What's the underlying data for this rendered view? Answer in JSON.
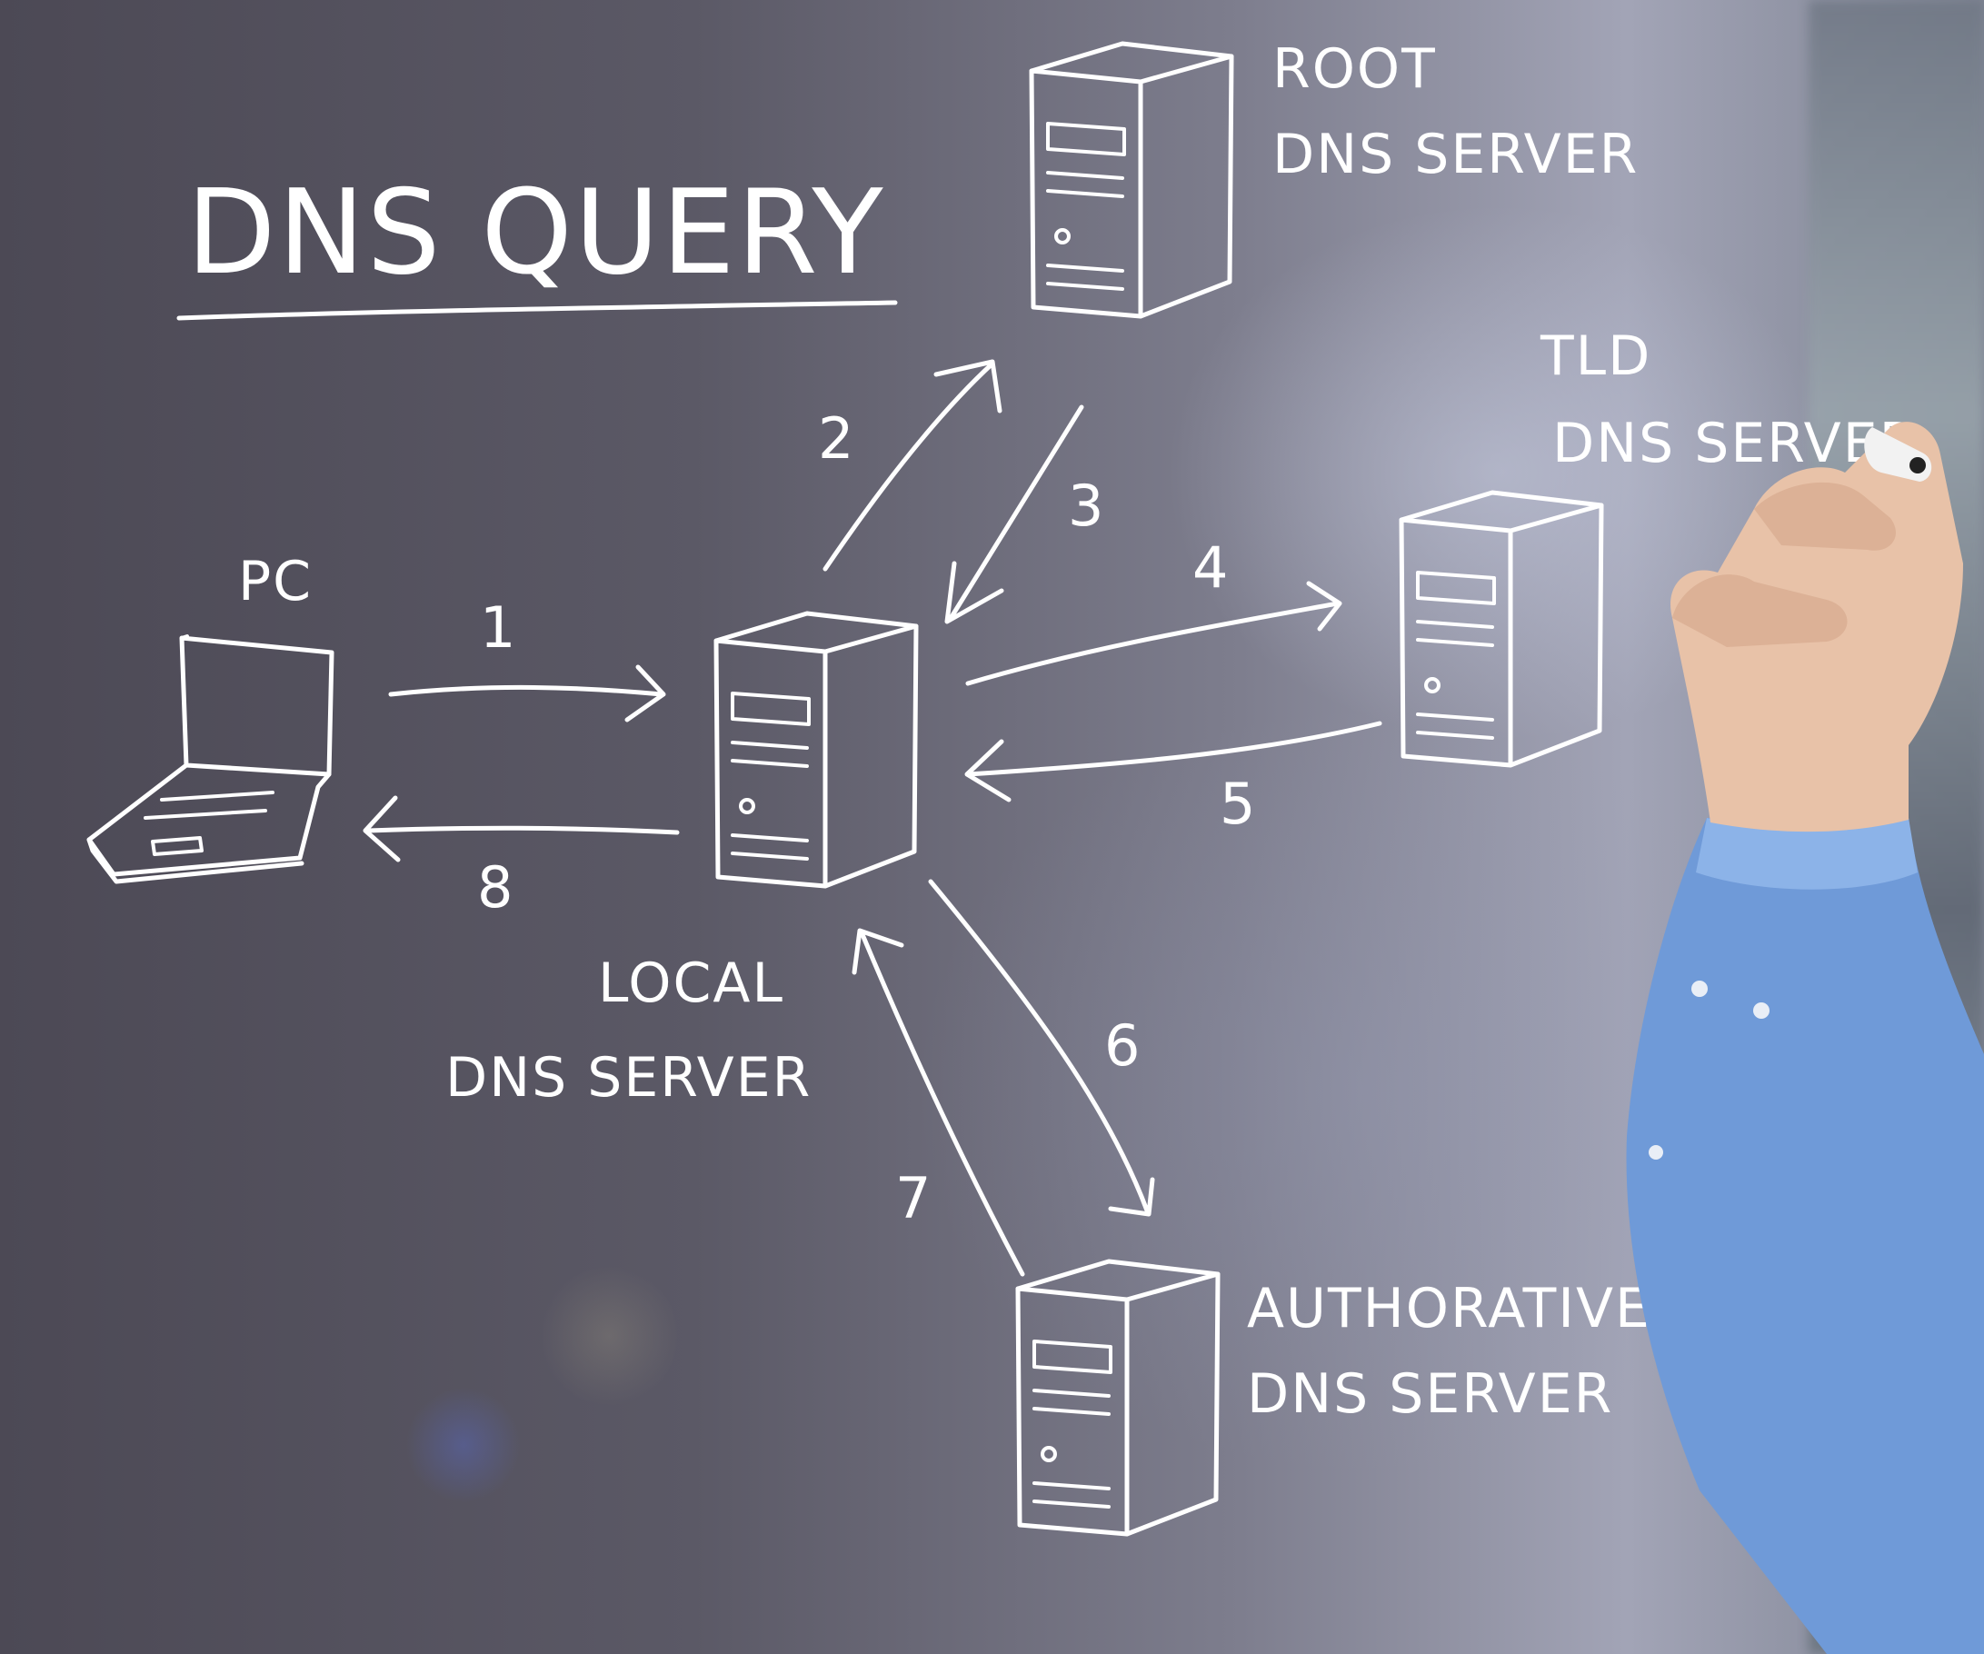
{
  "title": "DNS QUERY",
  "nodes": {
    "pc": {
      "label": "PC"
    },
    "local": {
      "label_line1": "LOCAL",
      "label_line2": "DNS SERVER"
    },
    "root": {
      "label_line1": "ROOT",
      "label_line2": "DNS SERVER"
    },
    "tld": {
      "label_line1": "TLD",
      "label_line2": "DNS SERVER"
    },
    "authoritative": {
      "label_line1": "AUTHORATIVE",
      "label_line2": "DNS SERVER"
    }
  },
  "steps": [
    {
      "number": "1",
      "from": "PC",
      "to": "LOCAL DNS SERVER"
    },
    {
      "number": "2",
      "from": "LOCAL DNS SERVER",
      "to": "ROOT DNS SERVER"
    },
    {
      "number": "3",
      "from": "ROOT DNS SERVER",
      "to": "LOCAL DNS SERVER"
    },
    {
      "number": "4",
      "from": "LOCAL DNS SERVER",
      "to": "TLD DNS SERVER"
    },
    {
      "number": "5",
      "from": "TLD DNS SERVER",
      "to": "LOCAL DNS SERVER"
    },
    {
      "number": "6",
      "from": "LOCAL DNS SERVER",
      "to": "AUTHORATIVE DNS SERVER"
    },
    {
      "number": "7",
      "from": "AUTHORATIVE DNS SERVER",
      "to": "LOCAL DNS SERVER"
    },
    {
      "number": "8",
      "from": "LOCAL DNS SERVER",
      "to": "PC"
    }
  ],
  "colors": {
    "chalk": "#ffffff",
    "board": "#5b5966",
    "sleeve": "#6f9ad8",
    "skin": "#e8c2a8"
  }
}
